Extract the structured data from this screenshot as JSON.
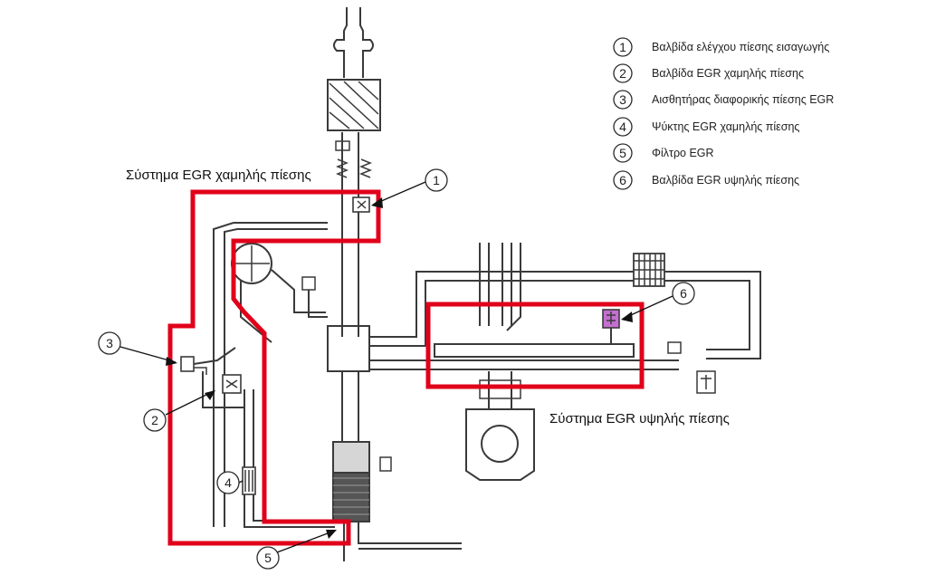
{
  "labels": {
    "low_pressure_system": "Σύστημα EGR χαμηλής πίεσης",
    "high_pressure_system": "Σύστημα EGR υψηλής πίεσης"
  },
  "legend": [
    {
      "num": "1",
      "text": "Βαλβίδα ελέγχου πίεσης εισαγωγής"
    },
    {
      "num": "2",
      "text": "Βαλβίδα EGR χαμηλής πίεσης"
    },
    {
      "num": "3",
      "text": "Αισθητήρας διαφορικής πίεσης EGR"
    },
    {
      "num": "4",
      "text": "Ψύκτης EGR χαμηλής πίεσης"
    },
    {
      "num": "5",
      "text": "Φίλτρο EGR"
    },
    {
      "num": "6",
      "text": "Βαλβίδα EGR υψηλής πίεσης"
    }
  ],
  "callouts": [
    "1",
    "2",
    "3",
    "4",
    "5",
    "6"
  ],
  "colors": {
    "boundary": "#e1001a",
    "pipe": "#3a3a3a",
    "hp_valve": "#c46fd0"
  }
}
